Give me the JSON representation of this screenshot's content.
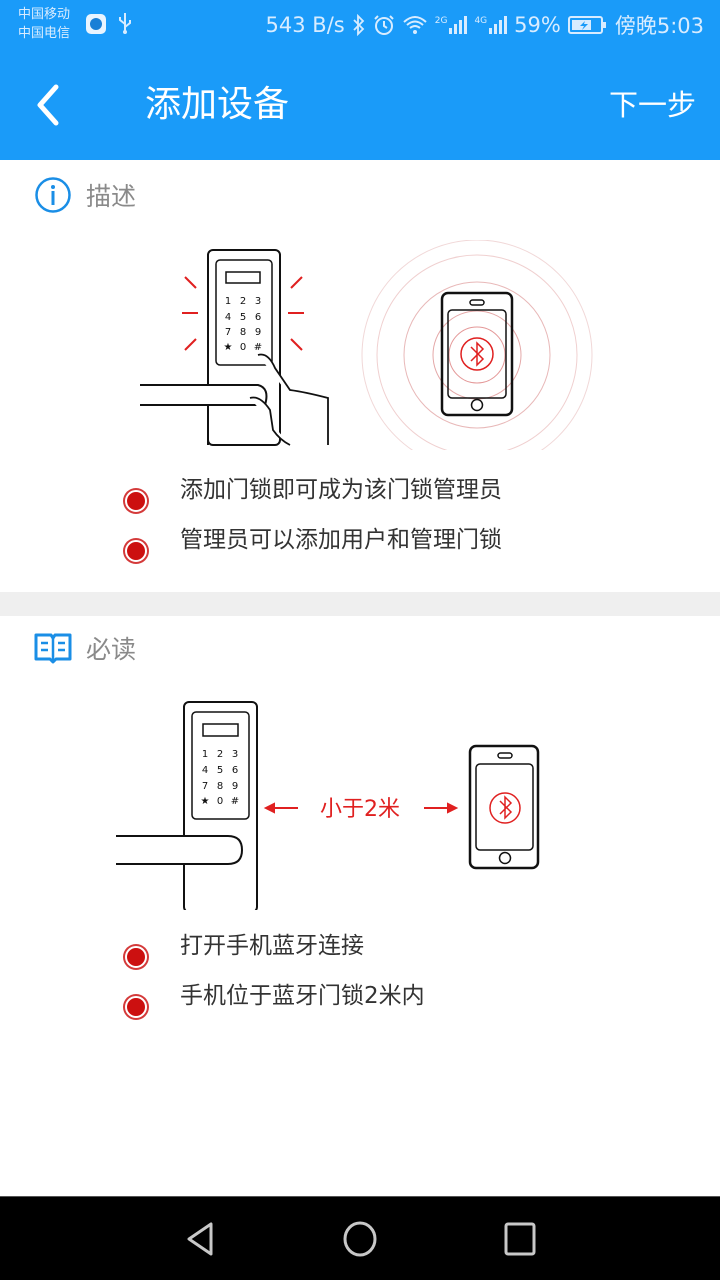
{
  "status_bar": {
    "carrier_1": "中国移动",
    "carrier_2": "中国电信",
    "net_speed": "543 B/s",
    "signal_1_label": "2G",
    "signal_2_label": "4G",
    "battery": "59%",
    "time": "傍晚5:03",
    "icons": [
      "app-notification-icon",
      "usb-icon",
      "bluetooth-icon",
      "alarm-icon",
      "wifi-icon",
      "signal-2g-icon",
      "signal-4g-icon",
      "battery-charging-icon"
    ]
  },
  "app_bar": {
    "title": "添加设备",
    "back_icon": "chevron-left-icon",
    "next_label": "下一步",
    "color": "#1a9bf9"
  },
  "description": {
    "heading": "描述",
    "icon": "info-icon",
    "illustration": {
      "keypad_keys": [
        "1",
        "2",
        "3",
        "4",
        "5",
        "6",
        "7",
        "8",
        "9",
        "★",
        "0",
        "#"
      ]
    },
    "bullets": [
      "添加门锁即可成为该门锁管理员",
      "管理员可以添加用户和管理门锁"
    ]
  },
  "must_read": {
    "heading": "必读",
    "icon": "book-icon",
    "illustration": {
      "keypad_keys": [
        "1",
        "2",
        "3",
        "4",
        "5",
        "6",
        "7",
        "8",
        "9",
        "★",
        "0",
        "#"
      ],
      "distance_label": "小于2米"
    },
    "bullets": [
      "打开手机蓝牙连接",
      "手机位于蓝牙门锁2米内"
    ]
  },
  "nav_bar": {
    "buttons": [
      "back-triangle-icon",
      "home-circle-icon",
      "recents-square-icon"
    ]
  },
  "colors": {
    "accent": "#1a9bf9",
    "bullet_red": "#cc1010",
    "illustration_red": "#e02020",
    "heading_gray": "#8a8a8a",
    "text": "#333333"
  }
}
